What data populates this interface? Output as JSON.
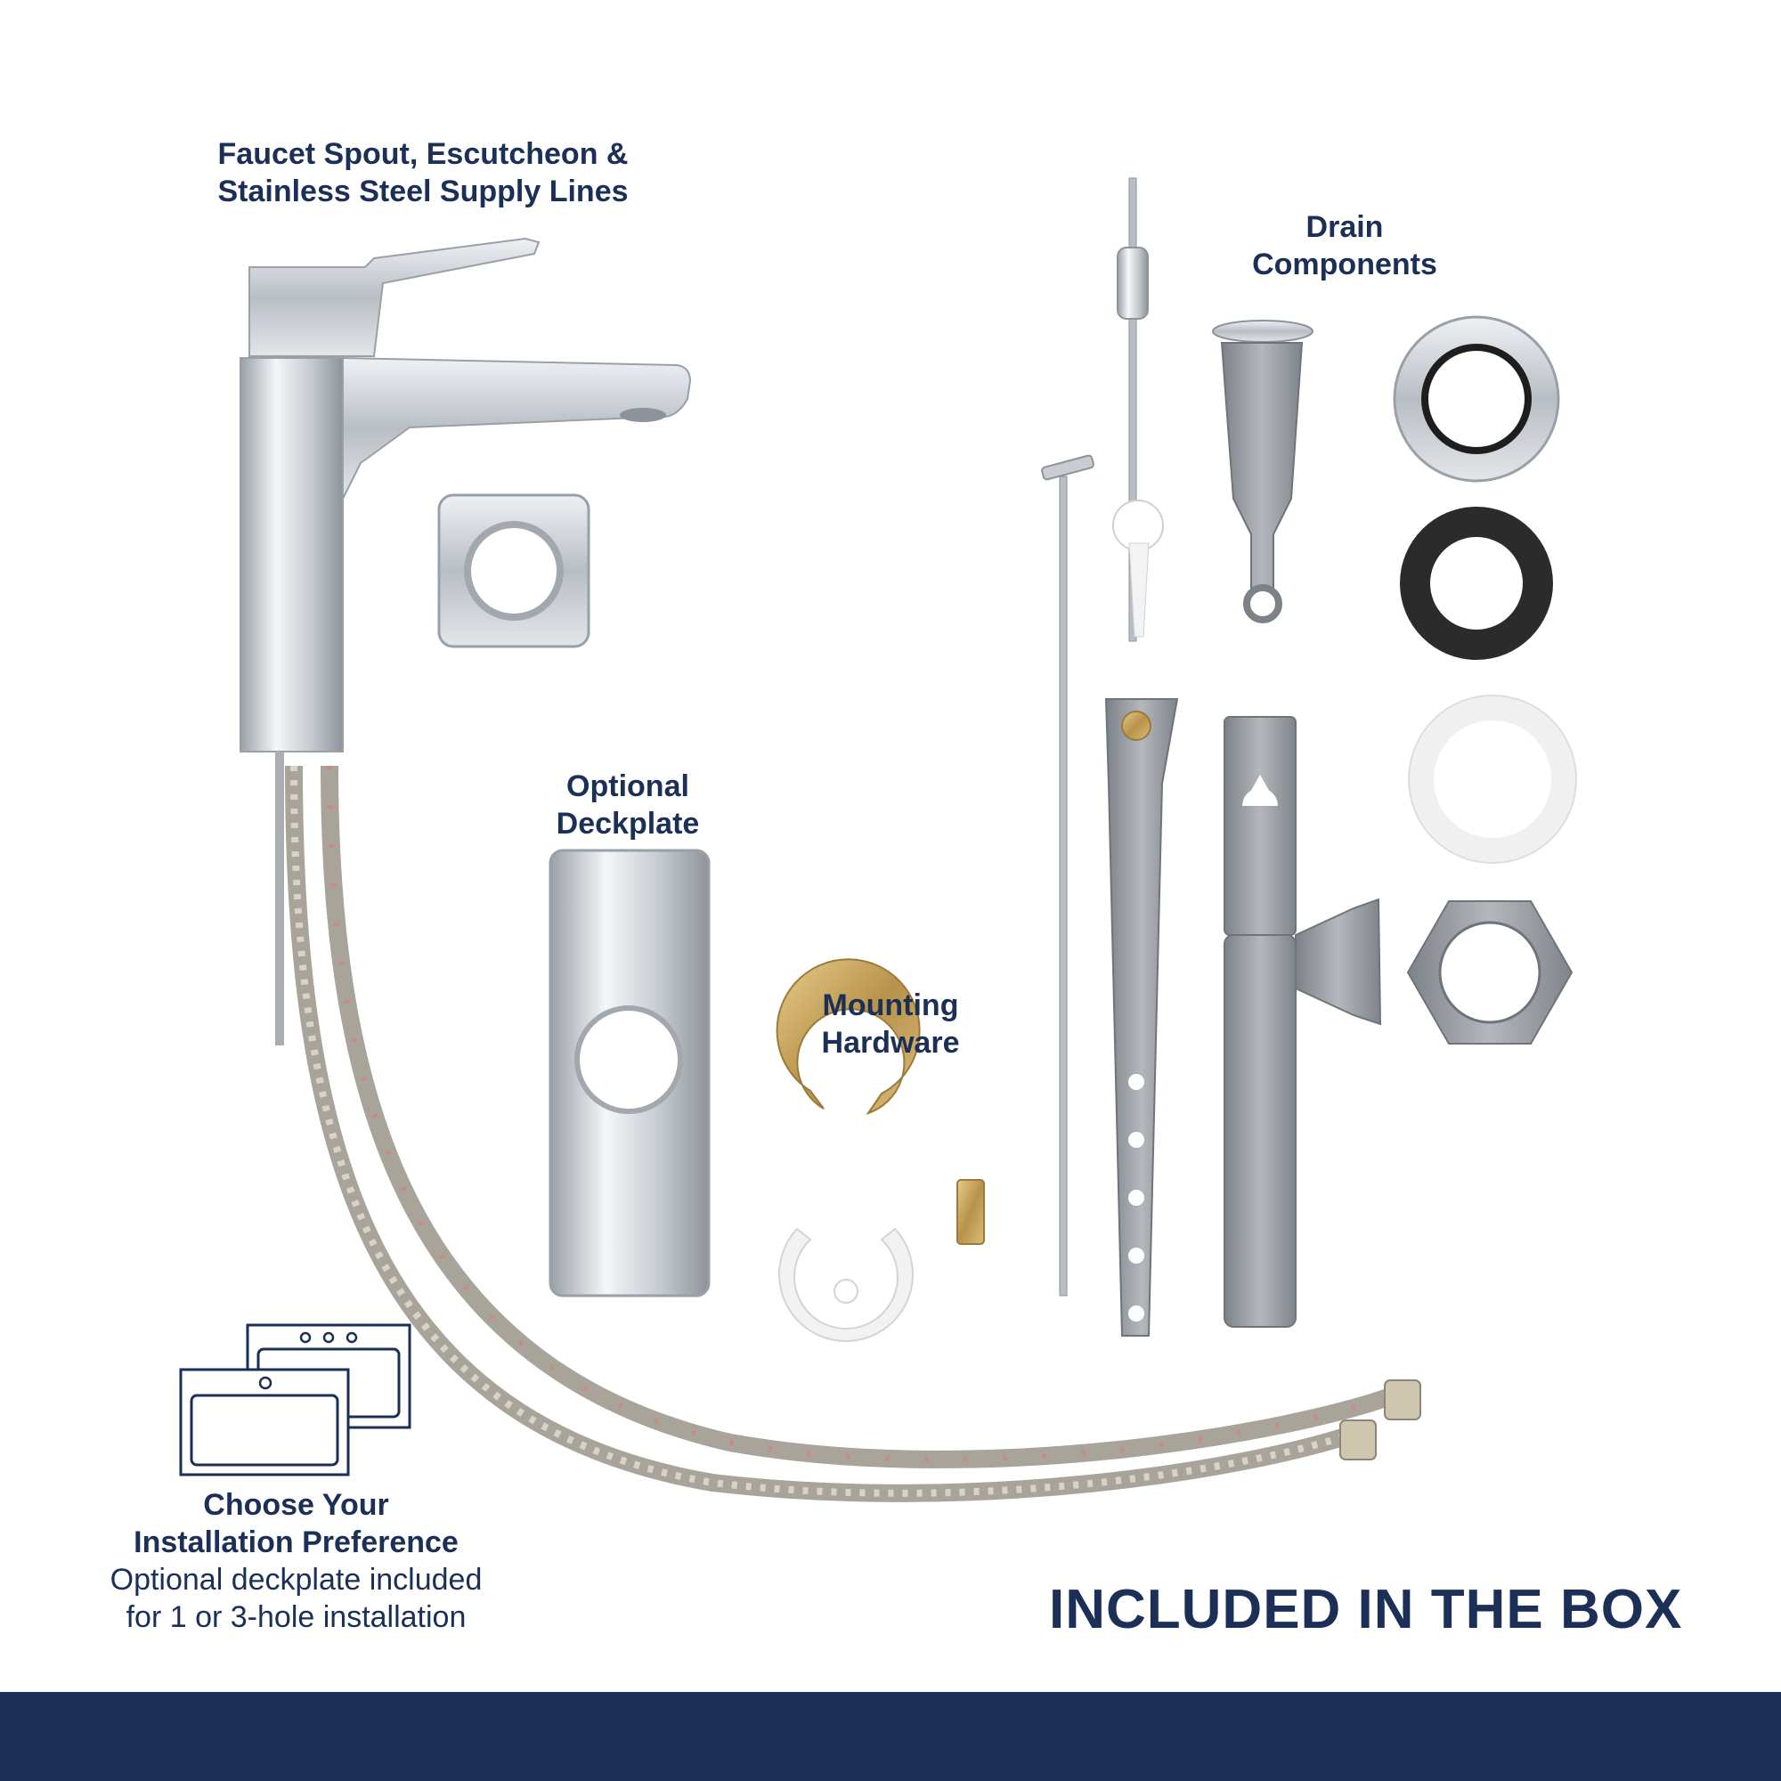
{
  "labels": {
    "faucet_line1": "Faucet Spout, Escutcheon &",
    "faucet_line2": "Stainless Steel Supply Lines",
    "drain_line1": "Drain",
    "drain_line2": "Components",
    "deckplate_line1": "Optional",
    "deckplate_line2": "Deckplate",
    "mounting_line1": "Mounting",
    "mounting_line2": "Hardware"
  },
  "install": {
    "title_line1": "Choose Your",
    "title_line2": "Installation Preference",
    "note_line1": "Optional deckplate included",
    "note_line2": "for 1 or 3-hole installation"
  },
  "headline": "INCLUDED IN THE BOX",
  "colors": {
    "brand_navy": "#1b2f57",
    "chrome": "#c9cdd2",
    "plastic_gray": "#9a9ea3",
    "brass": "#c8a45c"
  },
  "icons": {
    "sink_options": "sink-install-icon"
  }
}
